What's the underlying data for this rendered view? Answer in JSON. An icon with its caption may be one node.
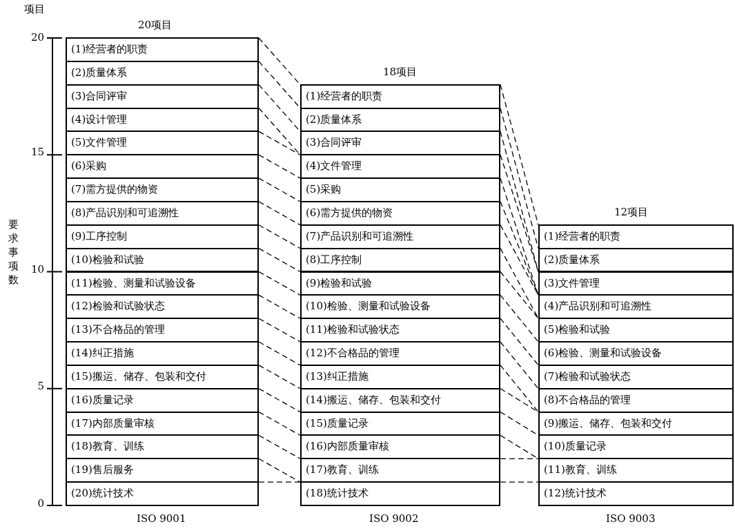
{
  "diagram": {
    "nodes": [
      {
        "text": [
          "(1)经营者的职责"
        ]
      },
      {
        "text": [
          "(2)质量体系"
        ]
      },
      {
        "text": [
          "(3)合同评审"
        ]
      },
      {
        "text": [
          "(4)设计管理"
        ]
      },
      {
        "text": [
          "(5)文件管理"
        ]
      },
      {
        "text": [
          "(6)采购"
        ]
      },
      {
        "text": [
          "(7)需方提供的物资"
        ]
      },
      {
        "text": [
          "(8)产品识别和可追溯性"
        ]
      },
      {
        "text": [
          "(9)工序控制"
        ]
      },
      {
        "text": [
          "(10)检验和试验"
        ]
      },
      {
        "text": [
          "(11)检验、测量和试验设备"
        ]
      },
      {
        "text": [
          "(12)检验和试验状态"
        ]
      },
      {
        "text": [
          "(13)不合格品的管理"
        ]
      },
      {
        "text": [
          "(14)纠正措施"
        ]
      },
      {
        "text": [
          "(15)搬运、储存、包装和交付"
        ]
      },
      {
        "text": [
          "(16)质量记录"
        ]
      },
      {
        "text": [
          "(17)内部质量审核"
        ]
      },
      {
        "text": [
          "(18)教育、训练"
        ]
      },
      {
        "text": [
          "(19)售后服务"
        ]
      },
      {
        "text": [
          "(20)统计技术"
        ]
      },
      {
        "text": [
          "(1)经营者的职责"
        ]
      },
      {
        "text": [
          "(2)质量体系"
        ]
      },
      {
        "text": [
          "(3)合同评审"
        ]
      },
      {
        "text": [
          "(4)文件管理"
        ]
      },
      {
        "text": [
          "(5)采购"
        ]
      },
      {
        "text": [
          "(6)需方提供的物资"
        ]
      },
      {
        "text": [
          "(7)产品识别和可追溯性"
        ]
      },
      {
        "text": [
          "(8)工序控制"
        ]
      },
      {
        "text": [
          "(9)检验和试验"
        ]
      },
      {
        "text": [
          "(10)检验、测量和试验设备"
        ]
      },
      {
        "text": [
          "(11)检验和试验状态"
        ]
      },
      {
        "text": [
          "(12)不合格品的管理"
        ]
      },
      {
        "text": [
          "(13)纠正措施"
        ]
      },
      {
        "text": [
          "(14)搬运、储存、包装和交付"
        ]
      },
      {
        "text": [
          "(15)质量记录"
        ]
      },
      {
        "text": [
          "(16)内部质量审核"
        ]
      },
      {
        "text": [
          "(17)教育、训练"
        ]
      },
      {
        "text": [
          "(18)统计技术"
        ]
      },
      {
        "text": [
          "(1)经营者的职责"
        ]
      },
      {
        "text": [
          "(2)质量体系"
        ]
      },
      {
        "text": [
          "(3)文件管理"
        ]
      },
      {
        "text": [
          "(4)产品识别和可追溯性"
        ]
      },
      {
        "text": [
          "(5)检验和试验"
        ]
      },
      {
        "text": [
          "(6)检验、测量和试验设备"
        ]
      },
      {
        "text": [
          "(7)检验和试验状态"
        ]
      },
      {
        "text": [
          "(8)不合格品的管理"
        ]
      },
      {
        "text": [
          "(9)搬运、储存、包装和交付"
        ]
      },
      {
        "text": [
          "(10)质量记录"
        ]
      },
      {
        "text": [
          "(11)教育、训练"
        ]
      },
      {
        "text": [
          "(12)统计技术"
        ]
      }
    ],
    "edges": [
      {
        "from": 0,
        "to": 20,
        "arrow": "none",
        "style": "dashed"
      },
      {
        "from": 1,
        "to": 21,
        "arrow": "none",
        "style": "dashed"
      },
      {
        "from": 2,
        "to": 22,
        "arrow": "none",
        "style": "dashed"
      },
      {
        "from": 3,
        "to": 23,
        "arrow": "none",
        "style": "dashed"
      },
      {
        "from": 4,
        "to": 23,
        "arrow": "none",
        "style": "dashed"
      },
      {
        "from": 5,
        "to": 24,
        "arrow": "none",
        "style": "dashed"
      },
      {
        "from": 6,
        "to": 25,
        "arrow": "none",
        "style": "dashed"
      },
      {
        "from": 7,
        "to": 26,
        "arrow": "none",
        "style": "dashed"
      },
      {
        "from": 8,
        "to": 27,
        "arrow": "none",
        "style": "dashed"
      },
      {
        "from": 9,
        "to": 28,
        "arrow": "none",
        "style": "dashed"
      },
      {
        "from": 10,
        "to": 29,
        "arrow": "none",
        "style": "dashed"
      },
      {
        "from": 11,
        "to": 30,
        "arrow": "none",
        "style": "dashed"
      },
      {
        "from": 12,
        "to": 31,
        "arrow": "none",
        "style": "dashed"
      },
      {
        "from": 13,
        "to": 32,
        "arrow": "none",
        "style": "dashed"
      },
      {
        "from": 14,
        "to": 33,
        "arrow": "none",
        "style": "dashed"
      },
      {
        "from": 15,
        "to": 34,
        "arrow": "none",
        "style": "dashed"
      },
      {
        "from": 16,
        "to": 35,
        "arrow": "none",
        "style": "dashed"
      },
      {
        "from": 17,
        "to": 36,
        "arrow": "none",
        "style": "dashed"
      },
      {
        "from": 18,
        "to": 37,
        "arrow": "none",
        "style": "dashed"
      },
      {
        "from": 19,
        "to": 37,
        "arrow": "none",
        "style": "dashed"
      },
      {
        "from": 20,
        "to": 38,
        "arrow": "none",
        "style": "dashed"
      },
      {
        "from": 21,
        "to": 39,
        "arrow": "none",
        "style": "dashed"
      },
      {
        "from": 22,
        "to": 40,
        "arrow": "none",
        "style": "dashed"
      },
      {
        "from": 23,
        "to": 40,
        "arrow": "none",
        "style": "dashed"
      },
      {
        "from": 24,
        "to": 41,
        "arrow": "none",
        "style": "dashed"
      },
      {
        "from": 25,
        "to": 41,
        "arrow": "none",
        "style": "dashed"
      },
      {
        "from": 26,
        "to": 41,
        "arrow": "none",
        "style": "dashed"
      },
      {
        "from": 27,
        "to": 42,
        "arrow": "none",
        "style": "dashed"
      },
      {
        "from": 28,
        "to": 42,
        "arrow": "none",
        "style": "dashed"
      },
      {
        "from": 29,
        "to": 43,
        "arrow": "none",
        "style": "dashed"
      },
      {
        "from": 30,
        "to": 44,
        "arrow": "none",
        "style": "dashed"
      },
      {
        "from": 31,
        "to": 45,
        "arrow": "none",
        "style": "dashed"
      },
      {
        "from": 32,
        "to": 46,
        "arrow": "none",
        "style": "dashed"
      },
      {
        "from": 33,
        "to": 46,
        "arrow": "none",
        "style": "dashed"
      },
      {
        "from": 34,
        "to": 47,
        "arrow": "none",
        "style": "dashed"
      },
      {
        "from": 35,
        "to": 48,
        "arrow": "none",
        "style": "dashed"
      },
      {
        "from": 36,
        "to": 48,
        "arrow": "none",
        "style": "dashed"
      },
      {
        "from": 37,
        "to": 49,
        "arrow": "none",
        "style": "dashed"
      }
    ],
    "labels": [
      "项目",
      "20项目",
      "20",
      "18项目",
      "15",
      "12项目",
      "要求事项数",
      "10",
      "5",
      "0",
      "ISO 9001",
      "ISO 9002",
      "ISO 9003"
    ]
  }
}
